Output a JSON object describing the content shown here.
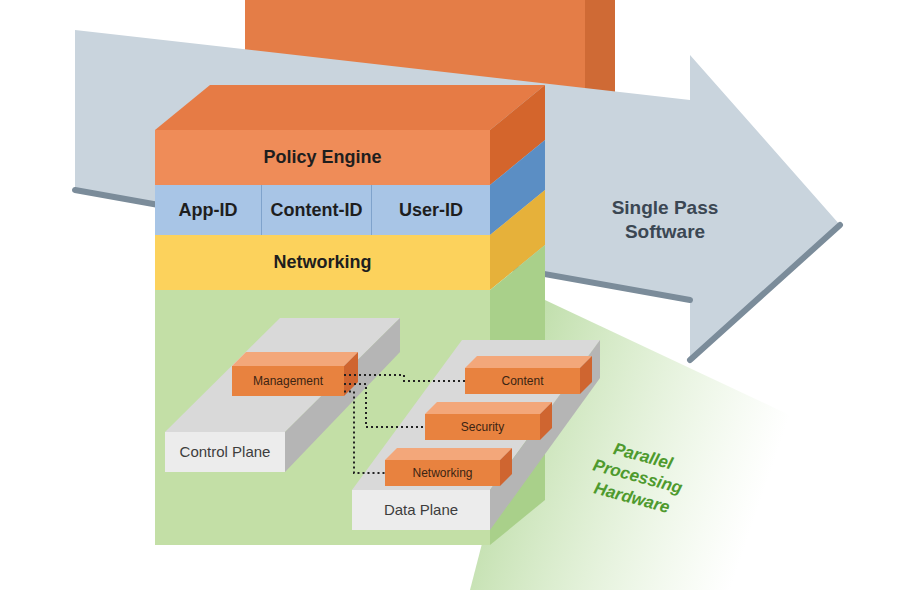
{
  "diagram": {
    "nodes": [
      {
        "text": [
          "Single Pass Software"
        ]
      },
      {
        "text": [
          "Policy Engine"
        ]
      },
      {
        "text": [
          "App-ID"
        ]
      },
      {
        "text": [
          "Content-ID"
        ]
      },
      {
        "text": [
          "User-ID"
        ]
      },
      {
        "text": [
          "Networking"
        ]
      },
      {
        "text": [
          "Parallel Processing Hardware"
        ]
      },
      {
        "text": [
          "Control Plane"
        ],
        "in": 6
      },
      {
        "text": [
          "Management"
        ],
        "in": 7
      },
      {
        "text": [
          "Data Plane"
        ],
        "in": 6
      },
      {
        "text": [
          "Content"
        ],
        "in": 9
      },
      {
        "text": [
          "Security"
        ],
        "in": 9
      },
      {
        "text": [
          "Networking"
        ],
        "in": 9
      }
    ],
    "edges": [
      {
        "from": 8,
        "to": 10,
        "arrow": "none"
      },
      {
        "from": 8,
        "to": 11,
        "arrow": "none"
      },
      {
        "from": 8,
        "to": 12,
        "arrow": "none"
      }
    ]
  }
}
